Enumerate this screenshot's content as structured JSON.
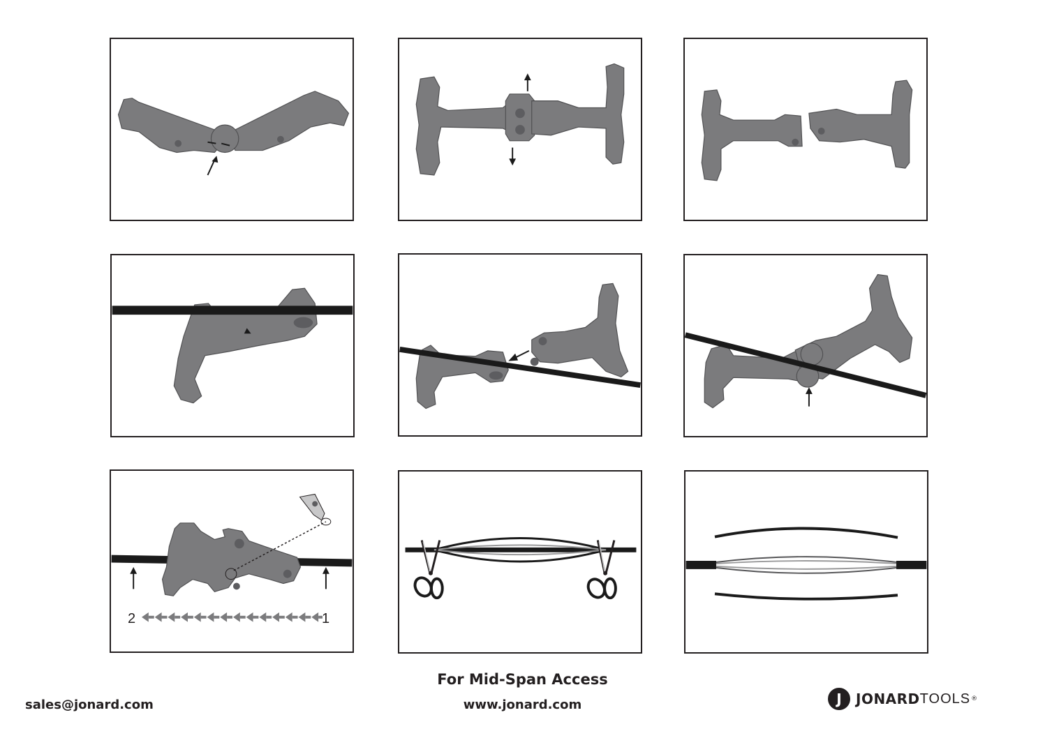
{
  "footer": {
    "title": "For Mid-Span Access",
    "website": "www.jonard.com",
    "email": "sales@jonard.com"
  },
  "brand": {
    "mark": "J",
    "name": "JONARD",
    "suffix": "TOOLS",
    "registered": "®"
  },
  "steps": {
    "step7": {
      "start_label": "1",
      "end_label": "2"
    }
  },
  "colors": {
    "tool": "#7b7b7d",
    "outline": "#231f20",
    "cable": "#1a1a1a"
  }
}
